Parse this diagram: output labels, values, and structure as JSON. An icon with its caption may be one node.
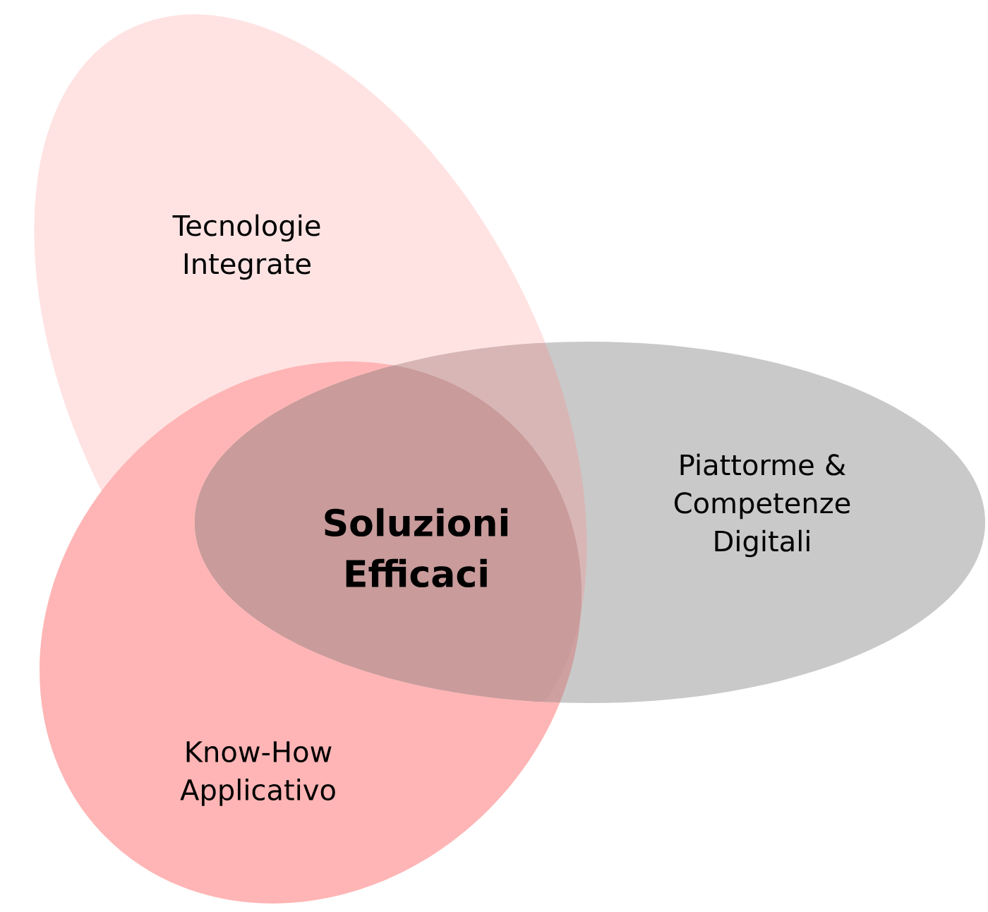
{
  "diagram": {
    "nodes": [
      {
        "text": [
          "Tecnologie Integrate"
        ]
      },
      {
        "text": [
          "Piattorme & Competenze Digitali"
        ]
      },
      {
        "text": [
          "Know-How Applicativo"
        ]
      }
    ],
    "labels": [
      "Soluzioni Efficaci"
    ]
  }
}
